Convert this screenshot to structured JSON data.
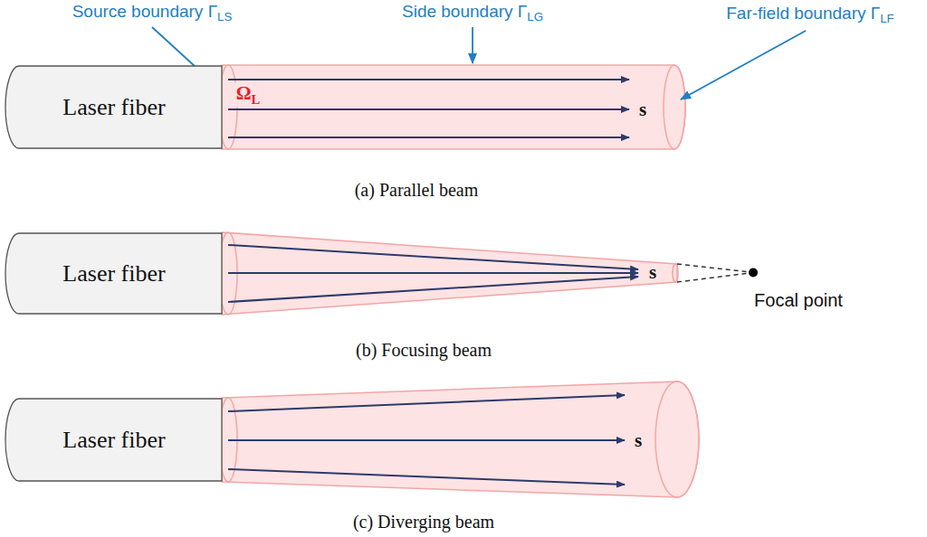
{
  "diagram": {
    "nodes": [
      {
        "text": [
          "Laser fiber"
        ]
      },
      {
        "text": [
          "Laser fiber"
        ]
      },
      {
        "text": [
          "Laser fiber"
        ]
      }
    ],
    "labels": [
      "Source boundary Γ",
      "LS",
      "Side boundary Γ",
      "LG",
      "Far-field boundary Γ",
      "LF",
      "Ω",
      "L",
      "s",
      "(a) Parallel beam",
      "s",
      "Focal point",
      "(b) Focusing beam",
      "s",
      "(c) Diverging beam"
    ]
  }
}
